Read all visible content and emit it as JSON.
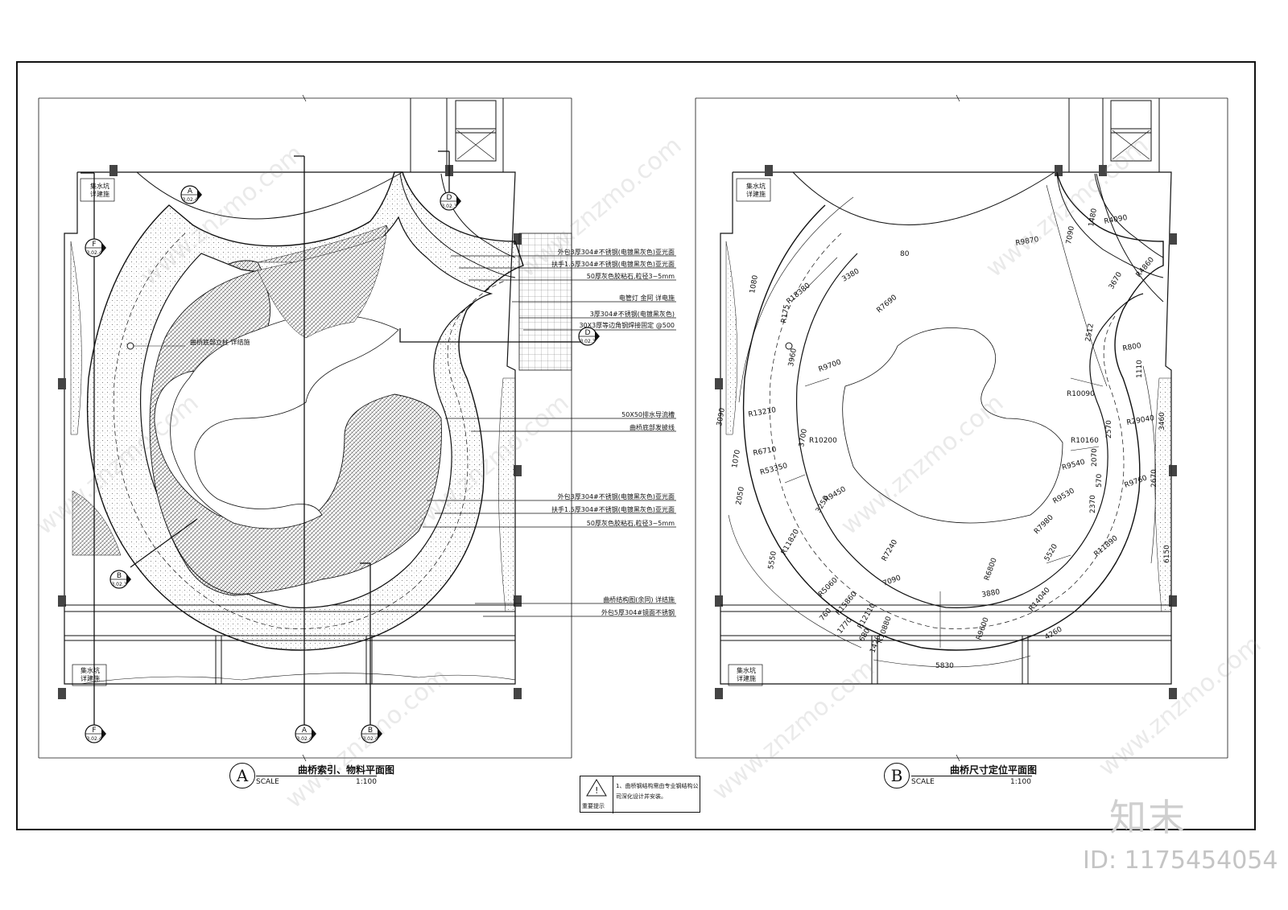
{
  "plans": [
    {
      "letter": "A",
      "title": "曲桥索引、物料平面图",
      "scale_label": "SCALE",
      "scale_value": "1:100"
    },
    {
      "letter": "B",
      "title": "曲桥尺寸定位平面图",
      "scale_label": "SCALE",
      "scale_value": "1:100"
    }
  ],
  "callouts_a": [
    "外包3厚304#不锈钢(电镀黑灰色)亚光面",
    "扶手1.5厚304#不锈钢(电镀黑灰色)亚光面",
    "50厚灰色胶粘石,粒径3~5mm",
    "电管灯 金阿 详电施",
    "3厚304#不锈钢(电镀黑灰色)",
    "30X3厚等边角钢焊接固定 @500",
    "50X50排水导流槽",
    "曲桥底部发披线",
    "外包3厚304#不锈钢(电镀黑灰色)亚光面",
    "扶手1.5厚304#不锈钢(电镀黑灰色)亚光面",
    "50厚灰色胶粘石,粒径3~5mm",
    "曲桥结构图(余同) 详结施",
    "外包5厚304#镜面不锈钢"
  ],
  "label_column": "曲桥底部立柱 详结施",
  "label_pit": "集水坑\n详建施",
  "section_marks": [
    {
      "letter": "A",
      "ref": "3.02.4"
    },
    {
      "letter": "D",
      "ref": "3.02.3"
    },
    {
      "letter": "F",
      "ref": "3.02.4"
    },
    {
      "letter": "D",
      "ref": "3.02.3"
    },
    {
      "letter": "B",
      "ref": "3.02.3"
    },
    {
      "letter": "F",
      "ref": "3.02.4"
    },
    {
      "letter": "A",
      "ref": "3.02.4"
    },
    {
      "letter": "B",
      "ref": "3.02.4"
    }
  ],
  "dims_b": [
    "R18380",
    "R175",
    "R7690",
    "R9700",
    "R13210",
    "R10200",
    "R6710",
    "R53350",
    "R9450",
    "R11820",
    "R7240",
    "R5060",
    "R15860",
    "R12110",
    "R10880",
    "R9870",
    "R4090",
    "R4860",
    "R800",
    "R10090",
    "R29040",
    "R10160",
    "R9540",
    "R9760",
    "R9530",
    "R7980",
    "R6800",
    "R11890",
    "R14040",
    "R9600",
    "3380",
    "80",
    "1080",
    "3960",
    "3700",
    "3090",
    "1070",
    "2050",
    "5550",
    "3250",
    "7090",
    "3880",
    "5520",
    "2370",
    "2070",
    "570",
    "2570",
    "2512",
    "7090",
    "1480",
    "3670",
    "1110",
    "3460",
    "2670",
    "6150",
    "4260",
    "5830",
    "760",
    "1770",
    "680",
    "1420"
  ],
  "note": {
    "warning": "重要提示",
    "text": "1、曲桥钢结构需由专业钢结构公司深化设计并安装。"
  },
  "logo": "知末",
  "id_text": "ID: 1175454054"
}
